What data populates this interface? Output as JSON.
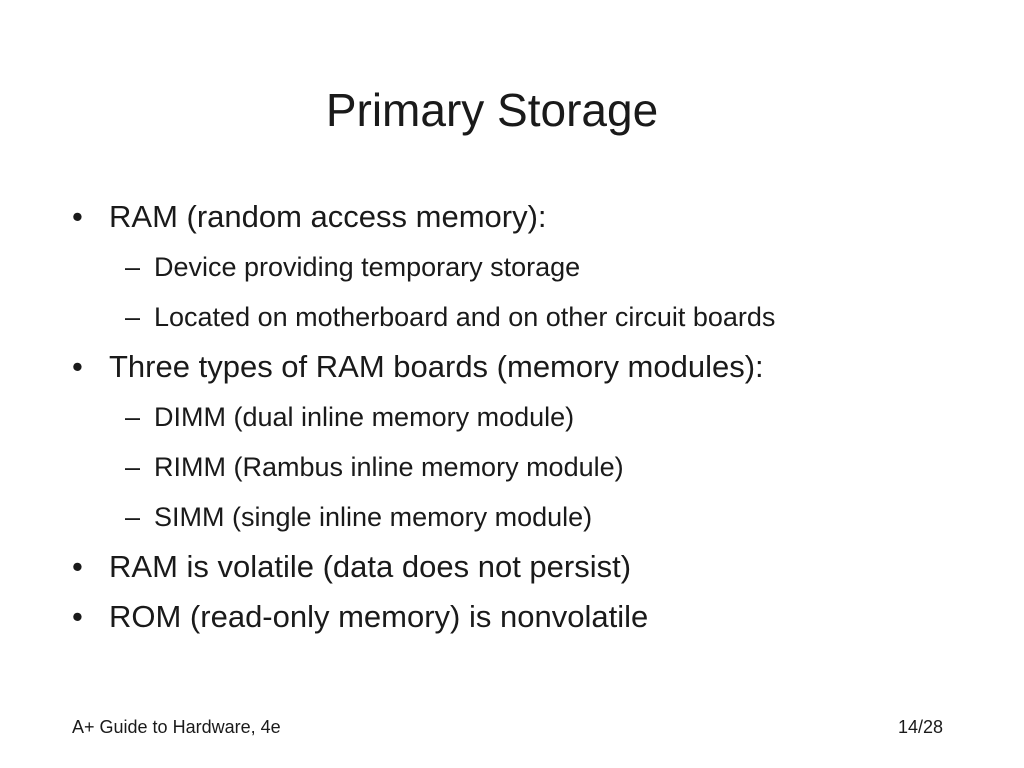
{
  "slide": {
    "title": "Primary Storage",
    "items": [
      {
        "level": 1,
        "marker": "•",
        "text": "RAM (random access memory):"
      },
      {
        "level": 2,
        "marker": "–",
        "text": "Device providing temporary storage"
      },
      {
        "level": 2,
        "marker": "–",
        "text": "Located on motherboard and on other circuit boards"
      },
      {
        "level": 1,
        "marker": "•",
        "text": "Three types of RAM boards (memory modules):"
      },
      {
        "level": 2,
        "marker": "–",
        "text": "DIMM (dual inline memory module)"
      },
      {
        "level": 2,
        "marker": "–",
        "text": "RIMM (Rambus inline memory module)"
      },
      {
        "level": 2,
        "marker": "–",
        "text": "SIMM (single inline memory module)"
      },
      {
        "level": 1,
        "marker": "•",
        "text": "RAM is volatile (data does not persist)"
      },
      {
        "level": 1,
        "marker": "•",
        "text": "ROM (read-only memory) is nonvolatile"
      }
    ],
    "footer_left": "A+ Guide to Hardware, 4e",
    "footer_right": "14/28"
  }
}
